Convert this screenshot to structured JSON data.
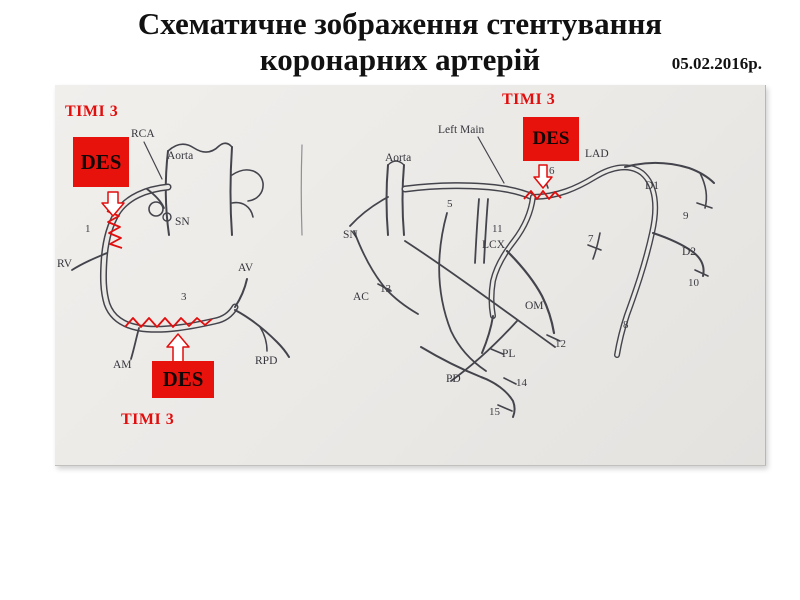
{
  "slide": {
    "title_line1": "Схематичне зображення стентування",
    "title_line2": "коронарних артерій",
    "date": "05.02.2016р."
  },
  "left_diagram": {
    "timi_top": "TIMI 3",
    "des_top": "DES",
    "des_bottom": "DES",
    "timi_bottom": "TIMI 3",
    "labels": {
      "rca": "RCA",
      "aorta": "Aorta",
      "sn": "SN",
      "rv": "RV",
      "av": "AV",
      "am": "AM",
      "rpd": "RPD",
      "n1": "1",
      "n3": "3"
    }
  },
  "right_diagram": {
    "timi_top": "TIMI 3",
    "des": "DES",
    "labels": {
      "left_main": "Left Main",
      "aorta": "Aorta",
      "lad": "LAD",
      "d1": "D1",
      "d2": "D2",
      "lcx": "LCX",
      "sn": "SN",
      "ac": "AC",
      "om": "OM",
      "pl": "PL",
      "pd": "PD",
      "n5": "5",
      "n6": "6",
      "n7": "7",
      "n8": "8",
      "n9": "9",
      "n10": "10",
      "n11": "11",
      "n12": "12",
      "n13": "13",
      "n14": "14",
      "n15": "15"
    }
  },
  "colors": {
    "accent_red": "#e10e0e",
    "sketch_ink": "#44444c",
    "paper": "#ebe9e6"
  }
}
